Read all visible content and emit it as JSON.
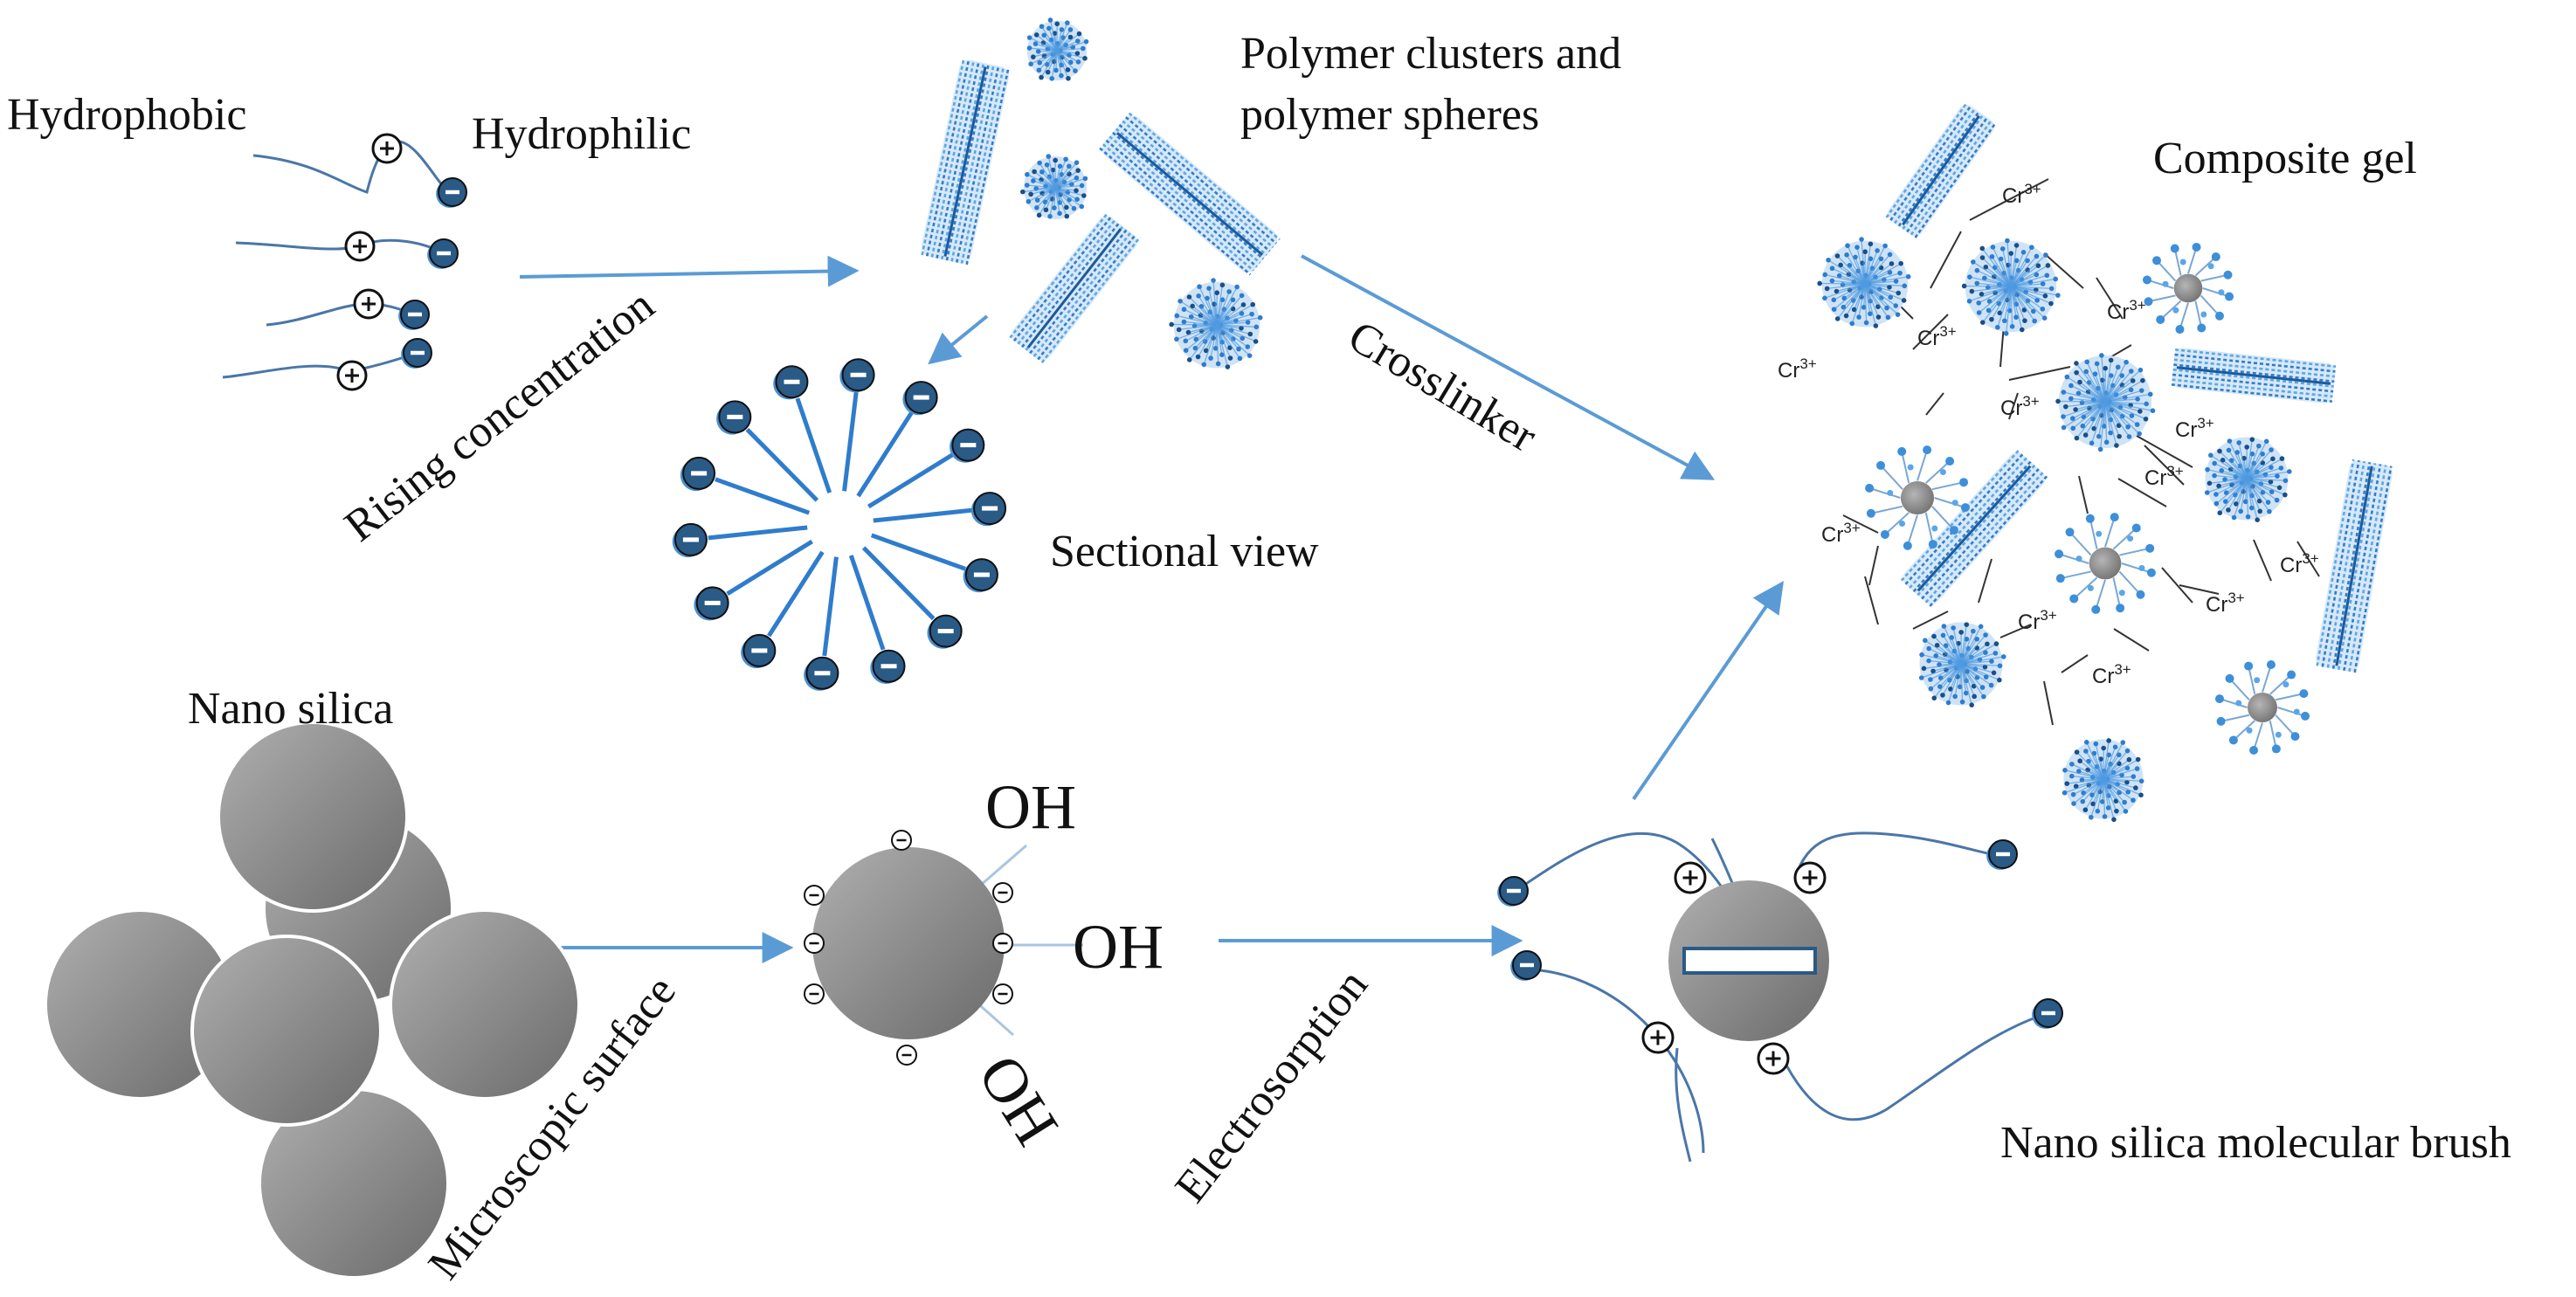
{
  "labels": {
    "hydrophobic": "Hydrophobic",
    "hydrophilic": "Hydrophilic",
    "polymer_clusters_line1": "Polymer clusters and",
    "polymer_clusters_line2": "polymer spheres",
    "composite_gel": "Composite gel",
    "rising_concentration": "Rising concentration",
    "crosslinker": "Crosslinker",
    "sectional_view": "Sectional view",
    "nano_silica": "Nano silica",
    "microscopic_surface": "Microscopic surface",
    "electrosorption": "Electrosorption",
    "nano_silica_molecular_brush": "Nano silica molecular brush",
    "oh": "OH",
    "chromium": "Cr",
    "chromium_charge": "3+"
  },
  "colors": {
    "arrow": "#5b9bd5",
    "chain": "#4a76a8",
    "anion_fill": "#2a5a86",
    "sphere_light": "#a6a6a6",
    "sphere_dark": "#6e6e6e",
    "polymer_blue": "#3d8fd9"
  }
}
